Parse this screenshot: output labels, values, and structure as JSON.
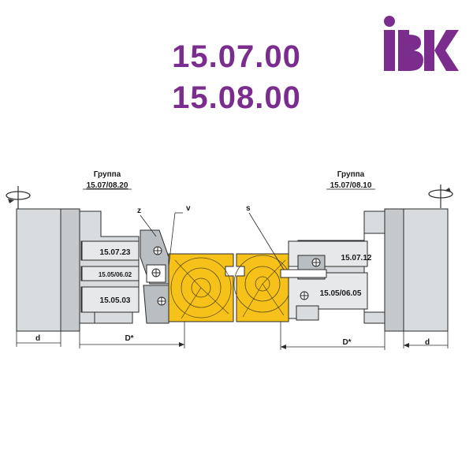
{
  "header": {
    "code_1": "15.07.00",
    "code_2": "15.08.00",
    "logo_text": "IBK",
    "title_color": "#7b2d8e"
  },
  "left_group": {
    "group_label": "Группа",
    "group_code": "15.07/08.20",
    "part_top": "15.07.23",
    "part_mid": "15.05/06.02",
    "part_bottom": "15.05.03",
    "dim_d": "d",
    "dim_D": "D*",
    "mark_z": "z",
    "mark_v": "v"
  },
  "right_group": {
    "group_label": "Группа",
    "group_code": "15.07/08.10",
    "part_top": "15.07.12",
    "part_bottom": "15.05/06.05",
    "dim_d": "d",
    "dim_D": "D*",
    "mark_s": "s"
  },
  "colors": {
    "tool_gray": "#d9dcde",
    "tool_dark": "#b9bec2",
    "wood": "#f6c21a",
    "outline": "#2b2b2b"
  }
}
